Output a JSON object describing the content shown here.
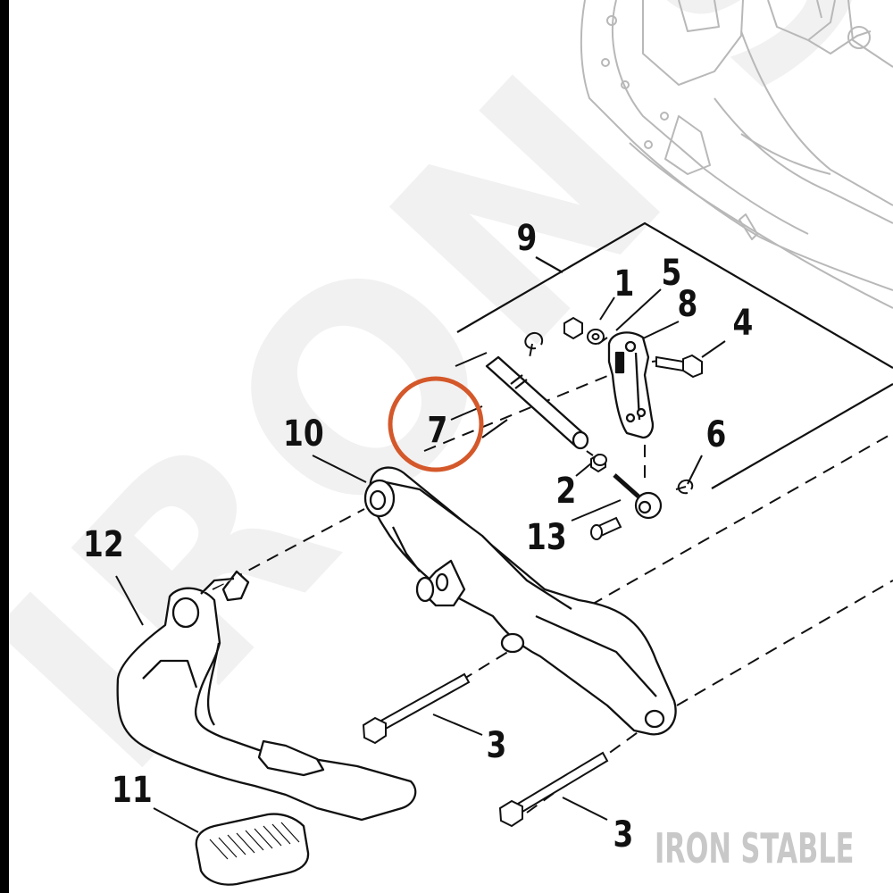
{
  "watermark": {
    "text": "IRON STABLE",
    "color": "#c8c8c8"
  },
  "highlight": {
    "part": "7",
    "color": "#d4582a"
  },
  "parts": [
    {
      "id": "p1",
      "label": "1"
    },
    {
      "id": "p2",
      "label": "2"
    },
    {
      "id": "p3a",
      "label": "3"
    },
    {
      "id": "p3b",
      "label": "3"
    },
    {
      "id": "p4",
      "label": "4"
    },
    {
      "id": "p5",
      "label": "5"
    },
    {
      "id": "p6",
      "label": "6"
    },
    {
      "id": "p7",
      "label": "7"
    },
    {
      "id": "p8",
      "label": "8"
    },
    {
      "id": "p9",
      "label": "9"
    },
    {
      "id": "p10",
      "label": "10"
    },
    {
      "id": "p11",
      "label": "11"
    },
    {
      "id": "p12",
      "label": "12"
    },
    {
      "id": "p13",
      "label": "13"
    }
  ],
  "icons": [
    "brake-pedal",
    "pedal-pad",
    "pivot-bracket",
    "clevis",
    "pivot-pin",
    "bolt",
    "nut",
    "washer",
    "retaining-ring",
    "clevis-pin",
    "frame-outline"
  ]
}
